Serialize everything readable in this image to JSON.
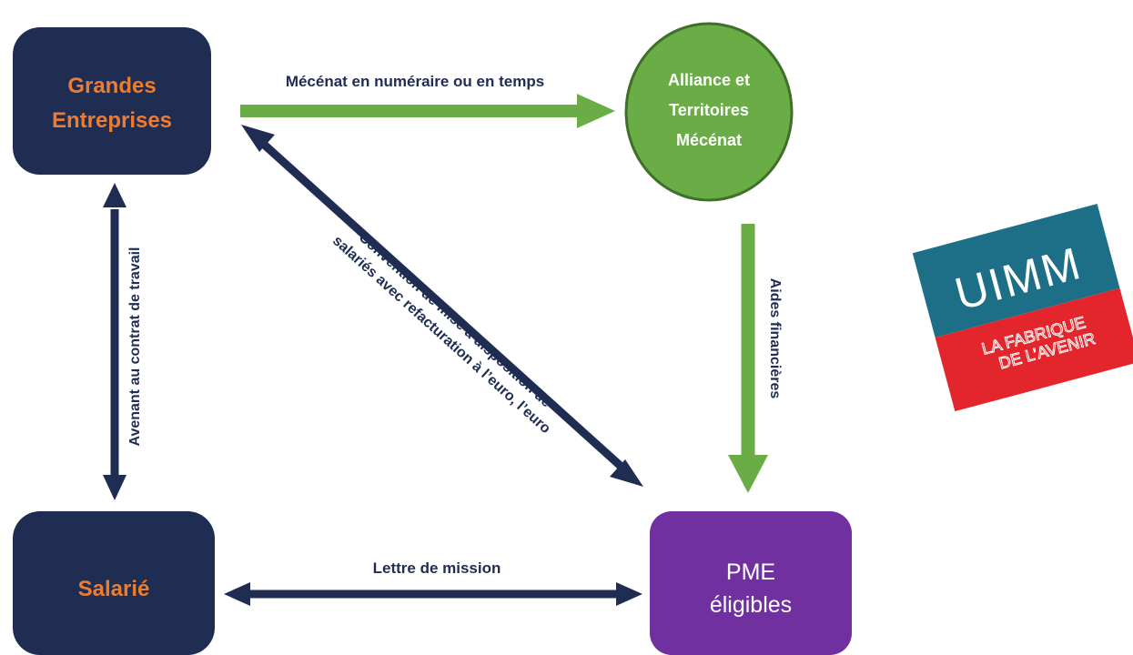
{
  "colors": {
    "navy": "#1f2d52",
    "orange": "#ec7c30",
    "green": "#6aac45",
    "green_border": "#3f6f2a",
    "purple": "#7030a0",
    "white": "#ffffff",
    "uimm_teal": "#1c6f86",
    "uimm_red": "#e2262c"
  },
  "nodes": {
    "grandes": {
      "label_line1": "Grandes",
      "label_line2": "Entreprises"
    },
    "alliance": {
      "label_line1": "Alliance et",
      "label_line2": "Territoires",
      "label_line3": "Mécénat"
    },
    "salarie": {
      "label": "Salarié"
    },
    "pme": {
      "label_line1": "PME",
      "label_line2": "éligibles"
    }
  },
  "edges": {
    "mecenat": {
      "label": "Mécénat en numéraire ou en temps"
    },
    "aides": {
      "label": "Aides financières"
    },
    "avenant": {
      "label": "Avenant au contrat de travail"
    },
    "convention": {
      "label_line1": "Convention de mise à disposition de",
      "label_line2": "salariés avec refacturation à l’euro, l’euro"
    },
    "lettre": {
      "label": "Lettre de mission"
    }
  },
  "logo": {
    "brand": "UIMM",
    "tagline_line1": "LA FABRIQUE",
    "tagline_line2": "DE L’AVENIR",
    "icon": "uimm-logo"
  }
}
